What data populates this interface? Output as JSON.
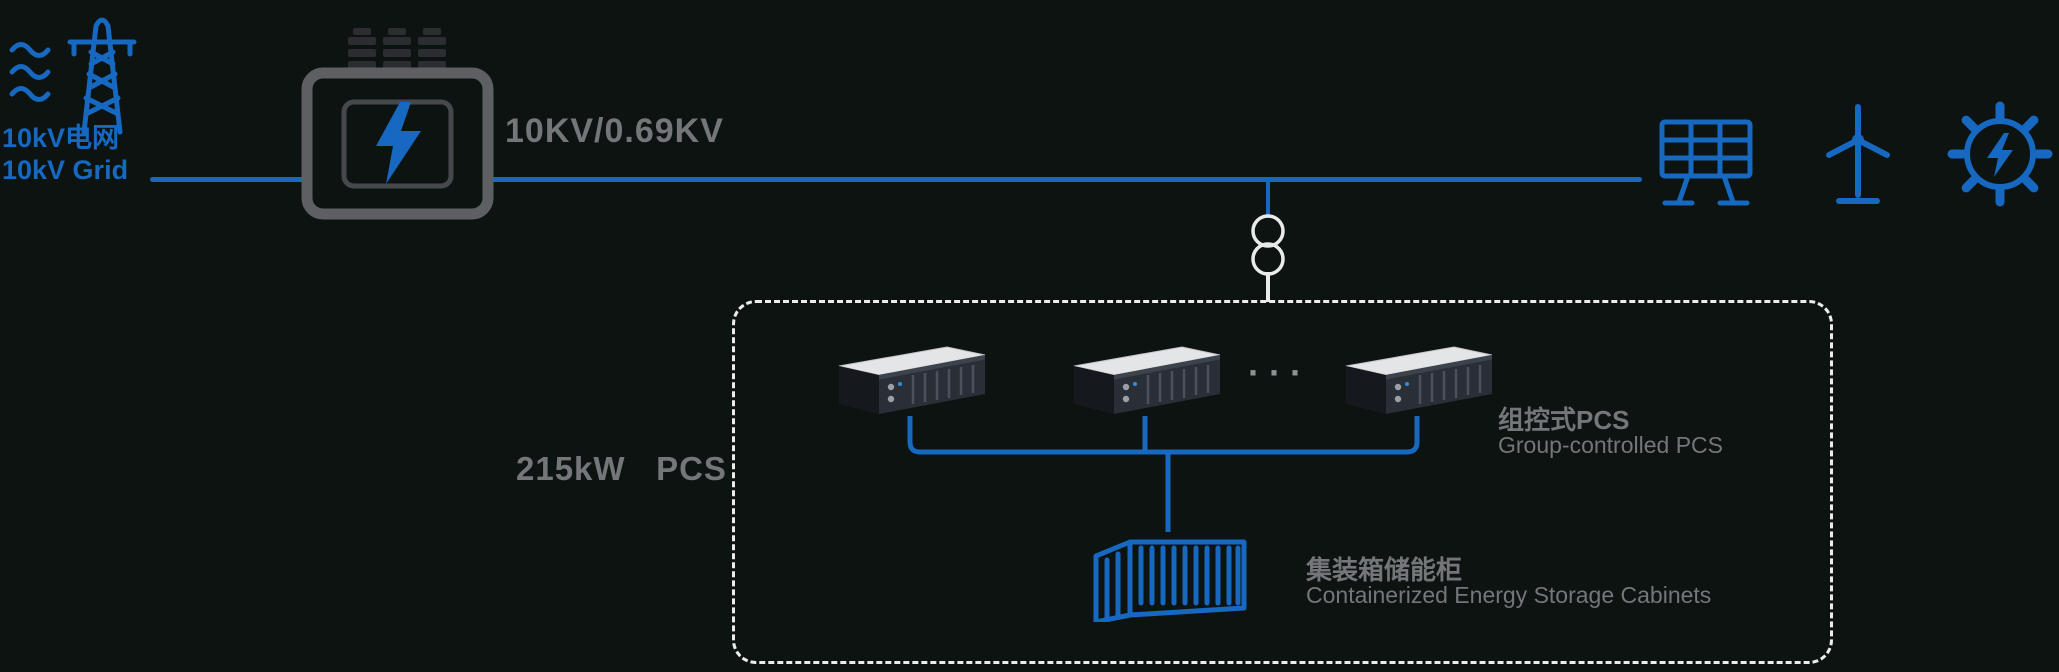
{
  "colors": {
    "blue": "#1668c0",
    "gray": "#74767a",
    "dash": "#ececec"
  },
  "grid": {
    "label_zh": "10kV电网",
    "label_en": "10kV Grid"
  },
  "bus": {
    "voltage_label": "10KV/0.69KV"
  },
  "pcs_group": {
    "capacity_label": "215kW   PCS",
    "dots": "···",
    "label_zh": "组控式PCS",
    "label_en": "Group-controlled PCS"
  },
  "storage": {
    "label_zh": "集装箱储能柜",
    "label_en": "Containerized Energy Storage Cabinets"
  }
}
